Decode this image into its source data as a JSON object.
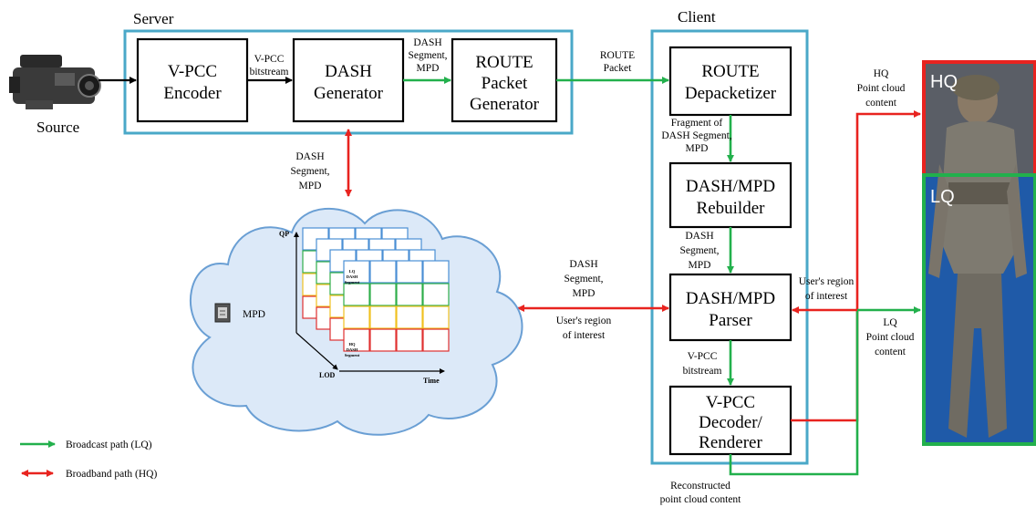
{
  "server": {
    "title": "Server"
  },
  "client": {
    "title": "Client"
  },
  "source": {
    "label": "Source"
  },
  "blocks": {
    "vpcc_encoder": [
      "V-PCC",
      "Encoder"
    ],
    "dash_generator": [
      "DASH",
      "Generator"
    ],
    "route_packet_generator": [
      "ROUTE",
      "Packet",
      "Generator"
    ],
    "route_depacketizer": [
      "ROUTE",
      "Depacketizer"
    ],
    "dash_mpd_rebuilder": [
      "DASH/MPD",
      "Rebuilder"
    ],
    "dash_mpd_parser": [
      "DASH/MPD",
      "Parser"
    ],
    "vpcc_decoder_renderer": [
      "V-PCC",
      "Decoder/",
      "Renderer"
    ]
  },
  "edge_labels": {
    "vpcc_bitstream_top": [
      "V-PCC",
      "bitstream"
    ],
    "dash_segment_mpd_top": [
      "DASH",
      "Segment,",
      "MPD"
    ],
    "route_packet": [
      "ROUTE",
      "Packet"
    ],
    "dash_segment_mpd_server": [
      "DASH",
      "Segment,",
      "MPD"
    ],
    "fragment": [
      "Fragment of",
      "DASH Segment,",
      "MPD"
    ],
    "dash_segment_mpd_client": [
      "DASH",
      "Segment,",
      "MPD"
    ],
    "dash_segment_mpd_mid": [
      "DASH",
      "Segment,",
      "MPD"
    ],
    "users_roi_mid": [
      "User's region",
      "of interest"
    ],
    "users_roi_right": [
      "User's region",
      "of interest"
    ],
    "vpcc_bitstream_client": [
      "V-PCC",
      "bitstream"
    ],
    "hq_content": [
      "HQ",
      "Point cloud",
      "content"
    ],
    "lq_content": [
      "LQ",
      "Point cloud",
      "content"
    ],
    "reconstructed": [
      "Reconstructed",
      "point cloud content"
    ]
  },
  "cloud": {
    "mpd_label": "MPD",
    "axis_qp": "QP",
    "axis_lod": "LOD",
    "axis_time": "Time",
    "lq_tag": [
      "LQ",
      "DASH",
      "Segment"
    ],
    "hq_tag": [
      "HQ",
      "DASH",
      "Segment"
    ]
  },
  "render_panel": {
    "hq_tag": "HQ",
    "lq_tag": "LQ"
  },
  "legend": {
    "broadcast": "Broadcast path (LQ)",
    "broadband": "Broadband path (HQ)"
  },
  "colors": {
    "broadcast": "#22b04c",
    "broadband": "#e8231f",
    "group_frame": "#4aa8c8",
    "cloud_fill": "#dce9f8",
    "cloud_stroke": "#6a9fd4",
    "segment_layers": [
      "#4a8fd4",
      "#2fae4a",
      "#f0c020",
      "#e03030"
    ]
  },
  "icons": [
    "video-camera-icon",
    "mpd-document-icon",
    "point-cloud-soldier-image"
  ]
}
